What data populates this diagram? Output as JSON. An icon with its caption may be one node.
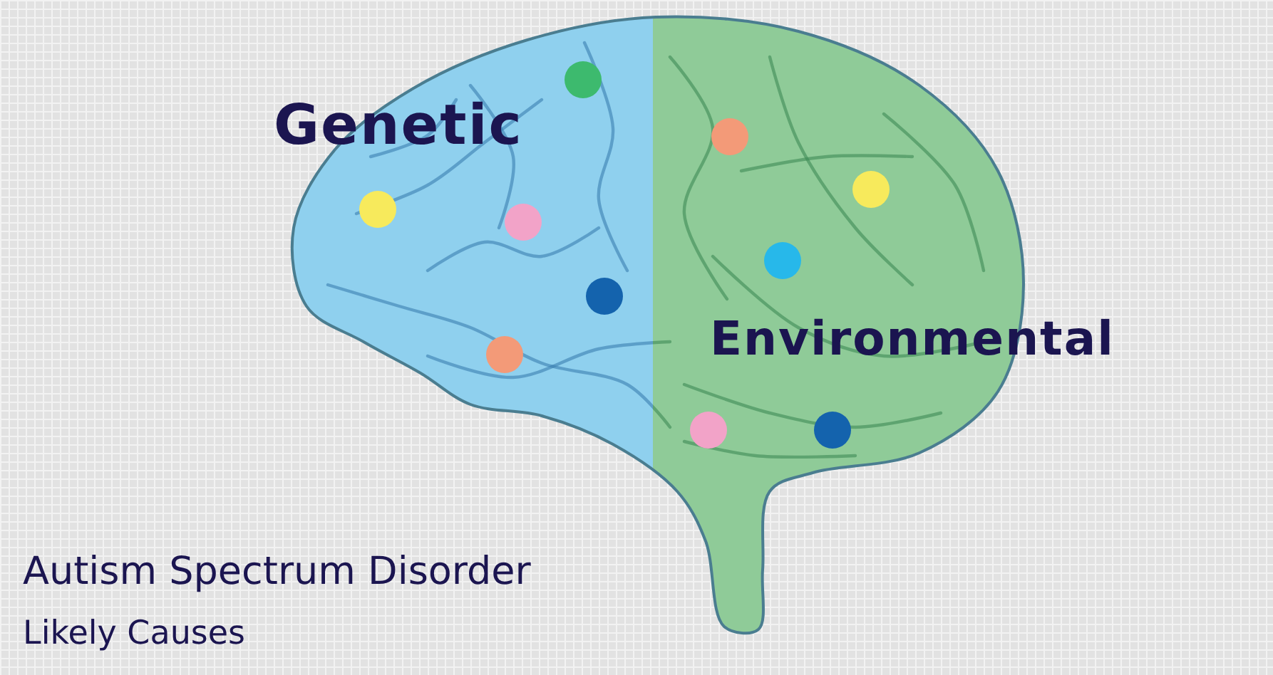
{
  "diagram": {
    "title": "Autism Spectrum Disorder",
    "caption": "Likely Causes",
    "labels": [
      "Genetic",
      "Environmental"
    ]
  }
}
